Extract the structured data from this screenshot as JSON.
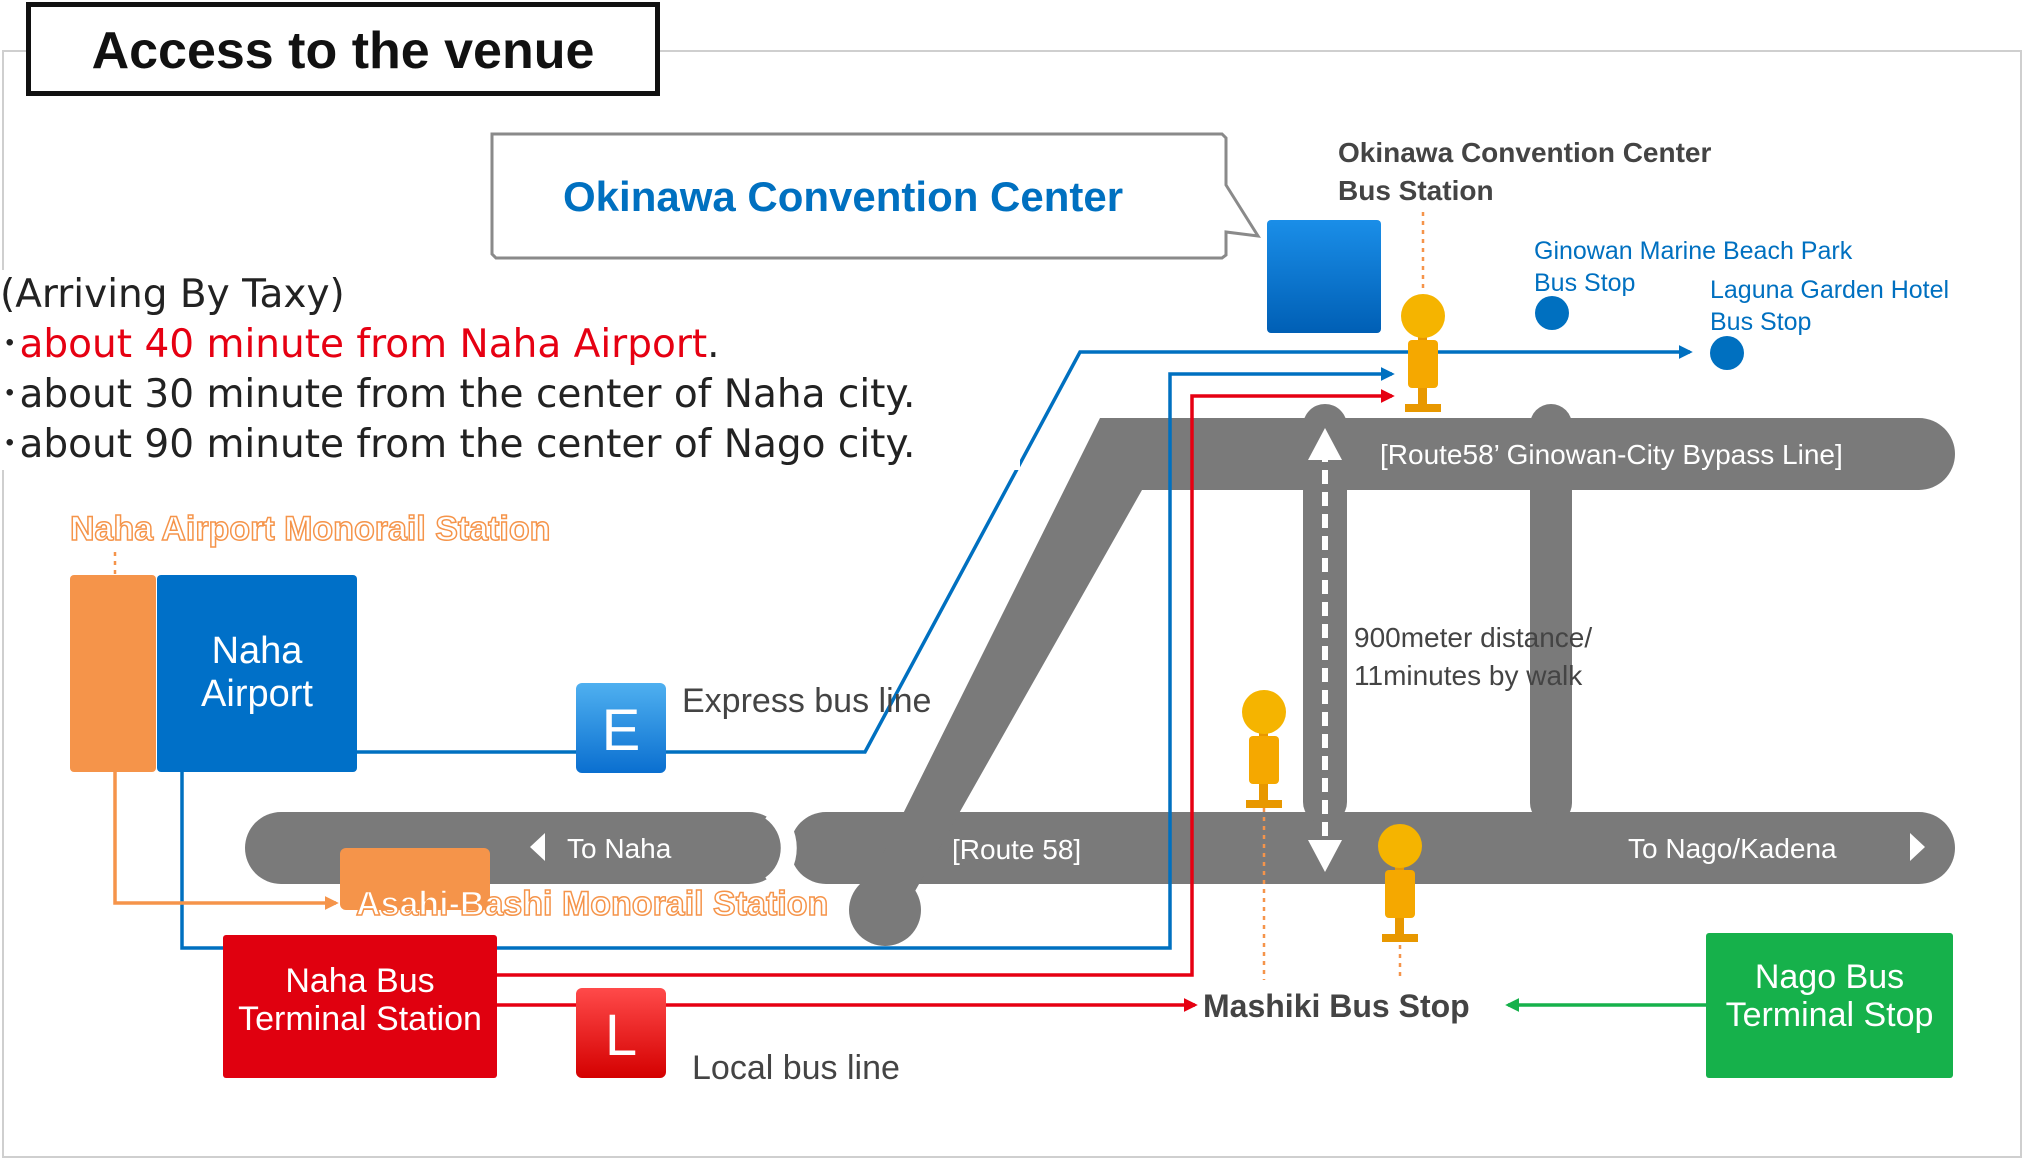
{
  "title": "Access to the venue",
  "taxi": {
    "heading": "(Arriving  By Taxy)",
    "line1_prefix": "･",
    "line1_highlight": "about 40 minute from Naha Airport",
    "line1_suffix": ".",
    "line2": "･about 30 minute from the center of Naha city.",
    "line3": "･about 90 minute from the center of Nago city."
  },
  "venue": {
    "name": "Okinawa Convention Center",
    "color": "#0070c0"
  },
  "stations": {
    "occ_bus_station": [
      "Okinawa Convention Center",
      "Bus Station"
    ],
    "ginowan_marine": [
      "Ginowan Marine Beach Park",
      "Bus Stop"
    ],
    "laguna": [
      "Laguna Garden Hotel",
      "Bus Stop"
    ],
    "naha_airport_monorail": "Naha Airport Monorail Station",
    "naha_airport": [
      "Naha",
      "Airport"
    ],
    "asahi_bashi": "Asahi-Bashi Monorail Station",
    "naha_bus_terminal": [
      "Naha Bus",
      "Terminal Station"
    ],
    "mashiki": "Mashiki Bus Stop",
    "nago_bus_terminal": [
      "Nago Bus",
      "Terminal Stop"
    ]
  },
  "roads": {
    "bypass": "[Route58’  Ginowan-City Bypass Line]",
    "route58": "[Route 58]",
    "to_naha": "To Naha",
    "to_nago": "To Nago/Kadena"
  },
  "walk": [
    "900meter distance/",
    "11minutes by walk"
  ],
  "legend": {
    "express_letter": "E",
    "express_label": "Express bus line",
    "local_letter": "L",
    "local_label": "Local bus line"
  },
  "colors": {
    "express": "#0070c0",
    "local": "#e60012",
    "nago": "#16b14b",
    "monorail": "#f5944a",
    "road": "#7a7a7a",
    "bus_stop": "#f5b400"
  }
}
